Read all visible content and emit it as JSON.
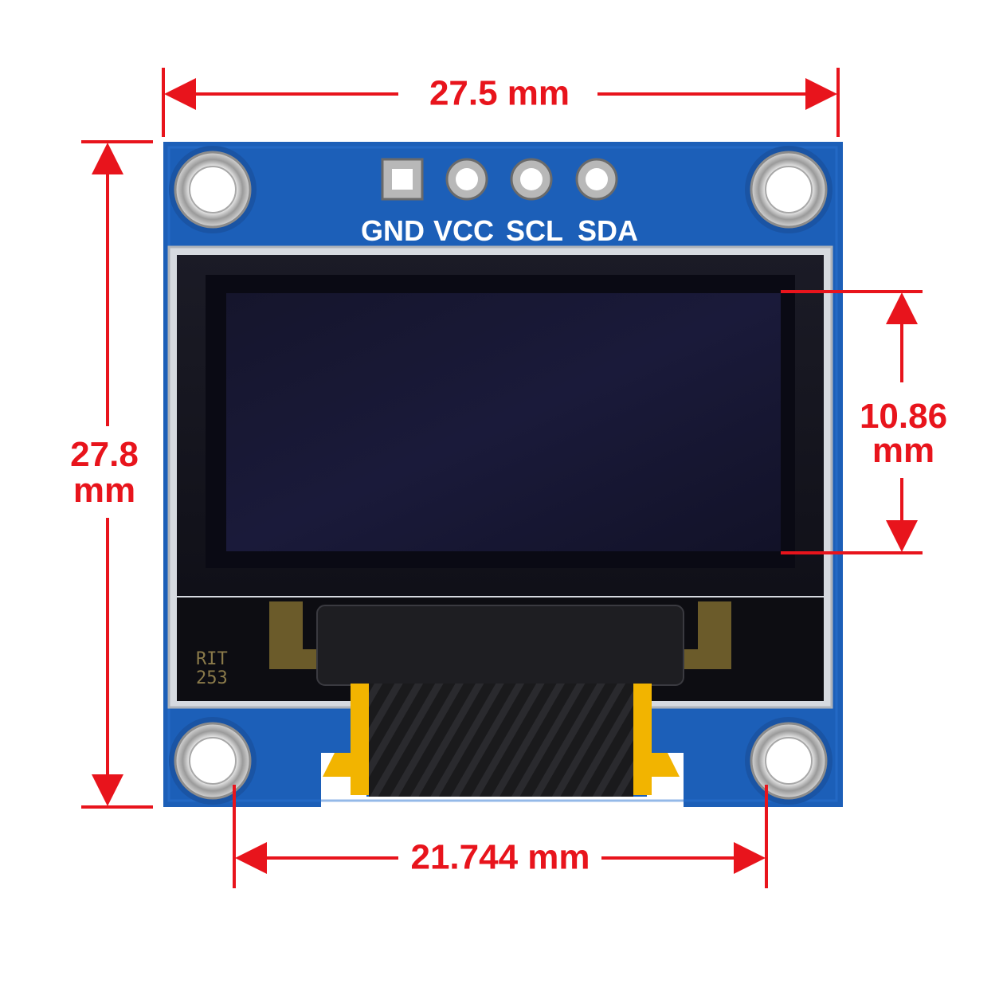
{
  "dimensions": {
    "width": "27.5 mm",
    "height_value": "27.8",
    "height_unit": "mm",
    "display_height_value": "10.86",
    "display_height_unit": "mm",
    "hole_spacing": "21.744 mm"
  },
  "pins": {
    "gnd": "GND",
    "vcc": "VCC",
    "scl": "SCL",
    "sda": "SDA"
  },
  "silkscreen": {
    "line1": "RIT",
    "line2": "253"
  },
  "colors": {
    "dimension": "#e8141c",
    "pcb": "#1c5fb8",
    "screen": "#141530"
  }
}
